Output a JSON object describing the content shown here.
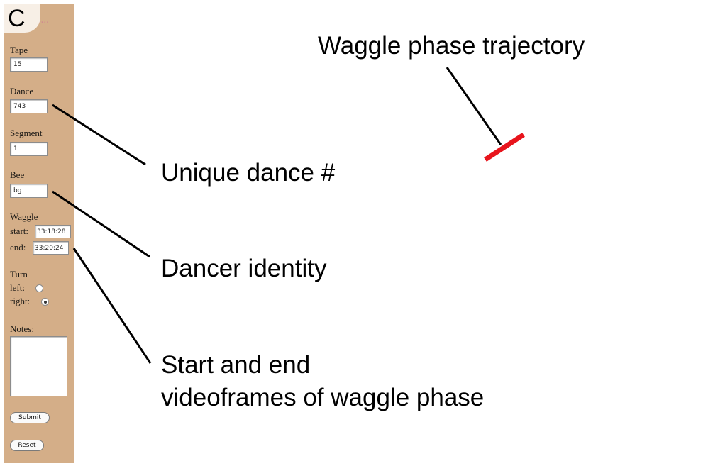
{
  "panel_letter": "C",
  "logo_text": "Beezzz...",
  "form": {
    "tape_label": "Tape",
    "tape_value": "15",
    "dance_label": "Dance",
    "dance_value": "743",
    "segment_label": "Segment",
    "segment_value": "1",
    "bee_label": "Bee",
    "bee_value": "bg",
    "waggle_label": "Waggle",
    "start_label": "start:",
    "start_value": "33:18:28",
    "end_label": "end:",
    "end_value": "33:20:24",
    "turn_label": "Turn",
    "left_label": "left:",
    "right_label": "right:",
    "turn_selected": "right",
    "notes_label": "Notes:",
    "submit_label": "Submit",
    "reset_label": "Reset"
  },
  "annotations": {
    "trajectory": "Waggle phase trajectory",
    "unique_dance": "Unique dance #",
    "dancer_identity": "Dancer identity",
    "frames_line1": "Start and end",
    "frames_line2": "videoframes of waggle phase"
  },
  "colors": {
    "panel": "#d4ae88",
    "trajectory": "#e8141c"
  }
}
